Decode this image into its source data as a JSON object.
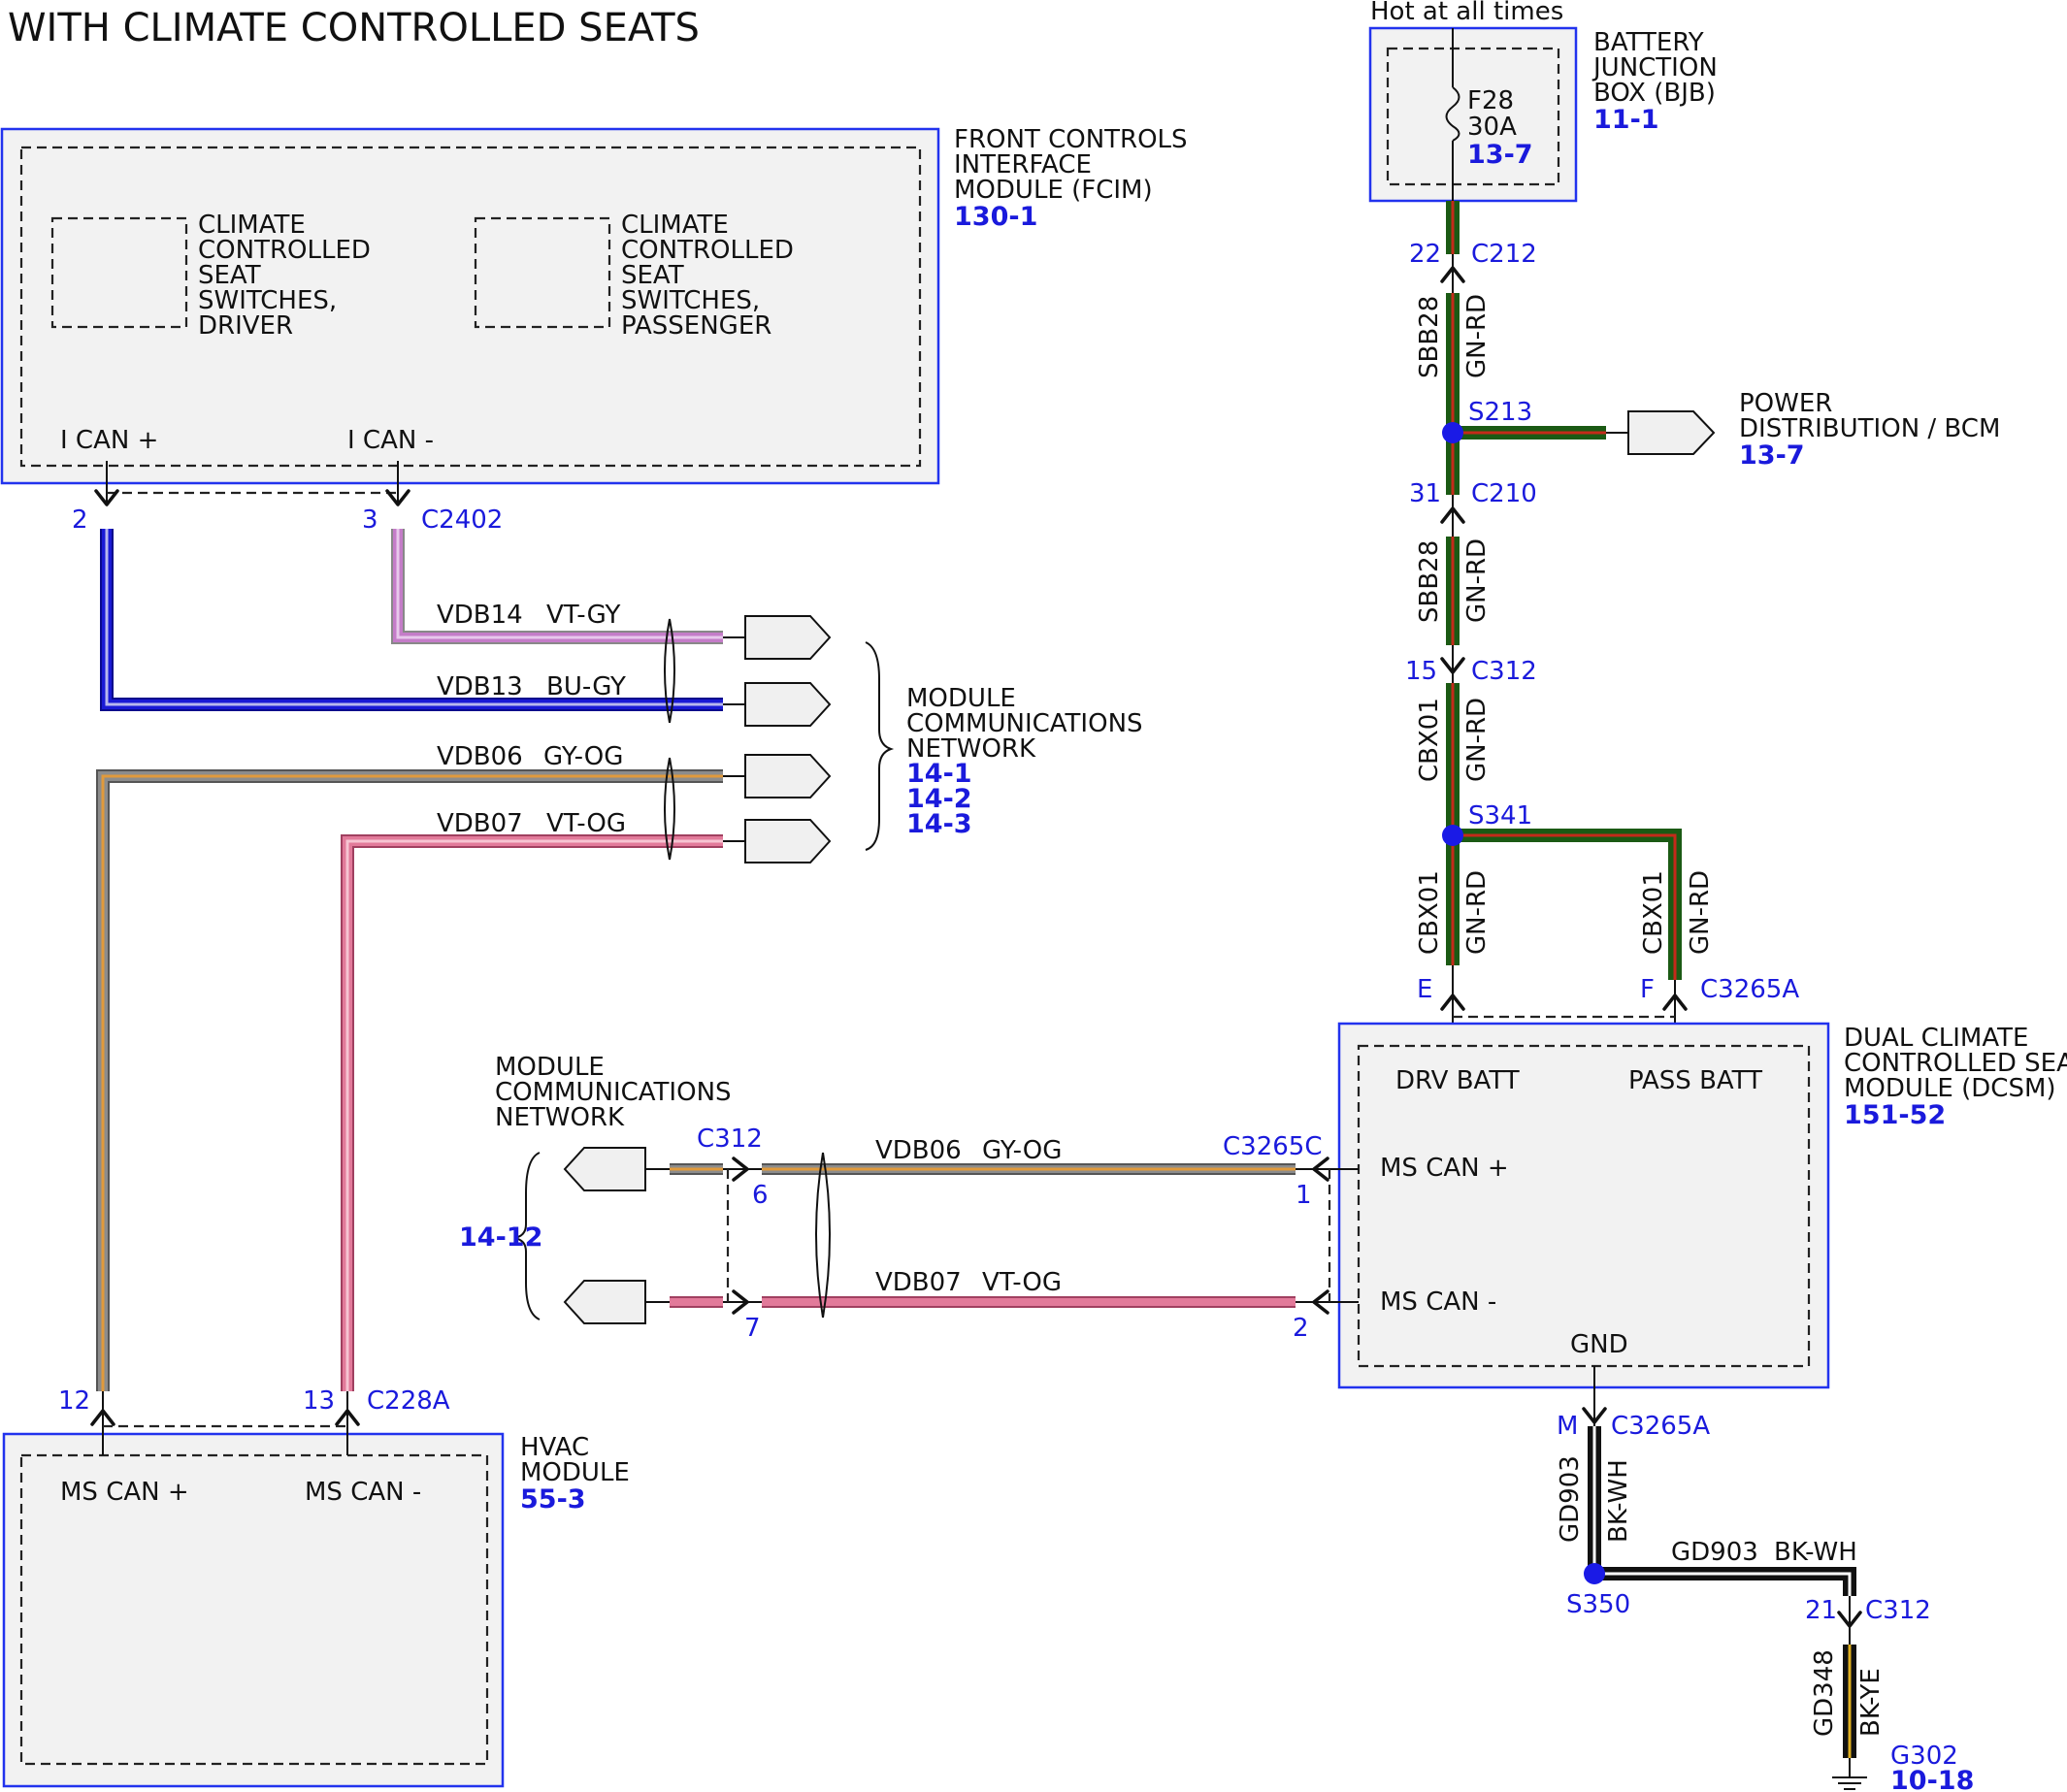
{
  "title": "WITH CLIMATE CONTROLLED SEATS",
  "colors": {
    "GN-RD": [
      "#1b5a14",
      "#c42a1a"
    ],
    "VT-GY": [
      "#c47cc8",
      "#bfbfbf"
    ],
    "BU-GY": [
      "#1a1ad6",
      "#bfbfbf"
    ],
    "GY-OG": [
      "#8c8c8c",
      "#e09a3c"
    ],
    "VT-OG": [
      "#e27a9a",
      "#f2b0c0"
    ],
    "BK-WH": [
      "#111111",
      "#ffffff"
    ],
    "BK-YE": [
      "#111111",
      "#e0b020"
    ]
  },
  "fcim": {
    "name_lines": [
      "FRONT CONTROLS",
      "INTERFACE",
      "MODULE (FCIM)"
    ],
    "ref": "130-1",
    "sub_driver": [
      "CLIMATE",
      "CONTROLLED",
      "SEAT",
      "SWITCHES,",
      "DRIVER"
    ],
    "sub_passenger": [
      "CLIMATE",
      "CONTROLLED",
      "SEAT",
      "SWITCHES,",
      "PASSENGER"
    ],
    "pin_can_plus": "I CAN +",
    "pin_can_minus": "I CAN -",
    "connector": "C2402",
    "pin2": "2",
    "pin3": "3"
  },
  "bjb": {
    "header": "Hot at all times",
    "name_lines": [
      "BATTERY",
      "JUNCTION",
      "BOX (BJB)"
    ],
    "ref": "11-1",
    "fuse": "F28",
    "amps": "30A",
    "fuse_ref": "13-7"
  },
  "power_dist": {
    "name_lines": [
      "POWER",
      "DISTRIBUTION / BCM"
    ],
    "ref": "13-7"
  },
  "mcn_top": {
    "name_lines": [
      "MODULE",
      "COMMUNICATIONS",
      "NETWORK"
    ],
    "refs": [
      "14-1",
      "14-2",
      "14-3"
    ]
  },
  "mcn_mid": {
    "name_lines": [
      "MODULE",
      "COMMUNICATIONS",
      "NETWORK"
    ],
    "ref": "14-12"
  },
  "wires": {
    "vdb14": {
      "circuit": "VDB14",
      "color": "VT-GY"
    },
    "vdb13": {
      "circuit": "VDB13",
      "color": "BU-GY"
    },
    "vdb06": {
      "circuit": "VDB06",
      "color": "GY-OG"
    },
    "vdb07": {
      "circuit": "VDB07",
      "color": "VT-OG"
    },
    "sbb28": {
      "circuit": "SBB28",
      "color": "GN-RD"
    },
    "cbx01": {
      "circuit": "CBX01",
      "color": "GN-RD"
    },
    "gd903": {
      "circuit": "GD903",
      "color": "BK-WH"
    },
    "gd348": {
      "circuit": "GD348",
      "color": "BK-YE"
    }
  },
  "connectors": {
    "c212": {
      "name": "C212",
      "pin": "22"
    },
    "c210": {
      "name": "C210",
      "pin": "31"
    },
    "c312_a": {
      "name": "C312",
      "pin": "15"
    },
    "c3265a_e": {
      "pin": "E"
    },
    "c3265a_f": {
      "name": "C3265A",
      "pin": "F"
    },
    "c3265c": {
      "name": "C3265C",
      "pin1": "1",
      "pin2": "2"
    },
    "c312_mid": {
      "name": "C312",
      "pin6": "6",
      "pin7": "7"
    },
    "c3265a_m": {
      "name": "C3265A",
      "pin": "M"
    },
    "c312_b": {
      "name": "C312",
      "pin": "21"
    },
    "c228a": {
      "name": "C228A",
      "pin12": "12",
      "pin13": "13"
    }
  },
  "splices": {
    "s213": "S213",
    "s341": "S341",
    "s350": "S350"
  },
  "ground": {
    "name": "G302",
    "ref": "10-18"
  },
  "dcsm": {
    "name_lines": [
      "DUAL CLIMATE",
      "CONTROLLED SEAT",
      "MODULE (DCSM)"
    ],
    "ref": "151-52",
    "drv_batt": "DRV BATT",
    "pass_batt": "PASS BATT",
    "ms_can_plus": "MS CAN +",
    "ms_can_minus": "MS CAN -",
    "gnd": "GND"
  },
  "hvac": {
    "name_lines": [
      "HVAC",
      "MODULE"
    ],
    "ref": "55-3",
    "ms_can_plus": "MS CAN +",
    "ms_can_minus": "MS CAN -"
  }
}
